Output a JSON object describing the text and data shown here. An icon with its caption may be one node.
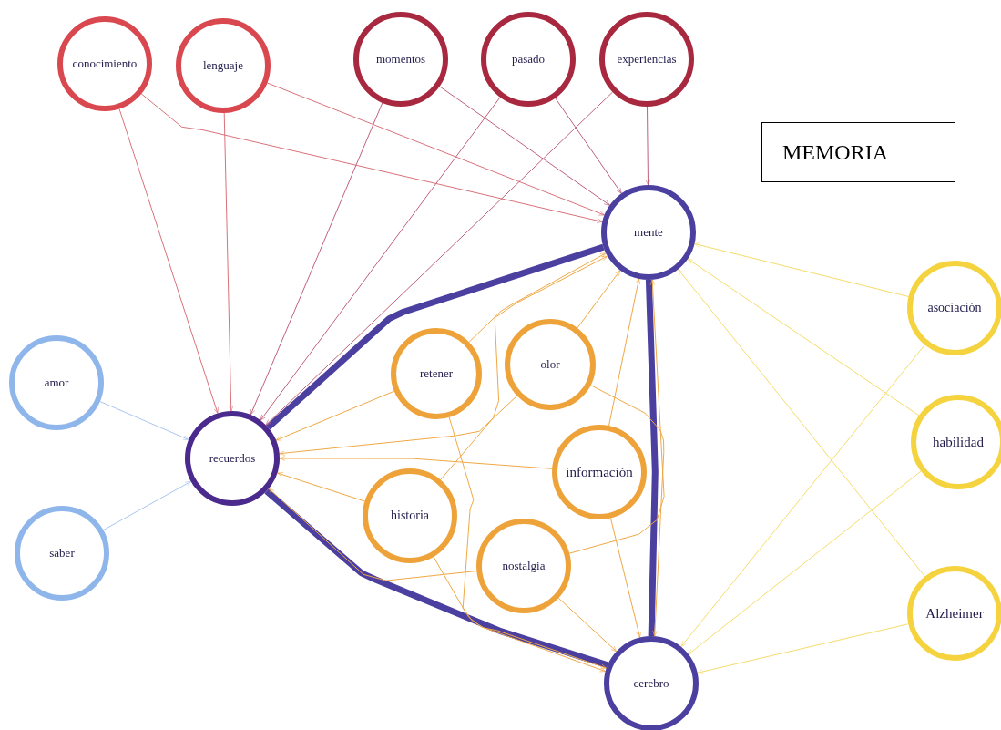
{
  "diagram": {
    "title": "MEMORIA",
    "nodes": [
      {
        "text": [
          "conocimiento"
        ]
      },
      {
        "text": [
          "lenguaje"
        ]
      },
      {
        "text": [
          "momentos"
        ]
      },
      {
        "text": [
          "pasado"
        ]
      },
      {
        "text": [
          "experiencias"
        ]
      },
      {
        "text": [
          "mente"
        ]
      },
      {
        "text": [
          "amor"
        ]
      },
      {
        "text": [
          "retener"
        ]
      },
      {
        "text": [
          "olor"
        ]
      },
      {
        "text": [
          "recuerdos"
        ]
      },
      {
        "text": [
          "información"
        ]
      },
      {
        "text": [
          "historia"
        ]
      },
      {
        "text": [
          "saber"
        ]
      },
      {
        "text": [
          "nostalgia"
        ]
      },
      {
        "text": [
          "cerebro"
        ]
      },
      {
        "text": [
          "asociación"
        ]
      },
      {
        "text": [
          "habilidad"
        ]
      },
      {
        "text": [
          "Alzheimer"
        ]
      }
    ],
    "edges": [
      {
        "from": 0,
        "to": 9,
        "arrow": "to",
        "color": "#d9727a"
      },
      {
        "from": 0,
        "to": 5,
        "arrow": "to",
        "color": "#d9727a"
      },
      {
        "from": 1,
        "to": 9,
        "arrow": "to",
        "color": "#d9727a"
      },
      {
        "from": 1,
        "to": 5,
        "arrow": "to",
        "color": "#d9727a"
      },
      {
        "from": 2,
        "to": 9,
        "arrow": "to",
        "color": "#c0607a"
      },
      {
        "from": 2,
        "to": 5,
        "arrow": "to",
        "color": "#c0607a"
      },
      {
        "from": 3,
        "to": 9,
        "arrow": "to",
        "color": "#c0607a"
      },
      {
        "from": 3,
        "to": 5,
        "arrow": "to",
        "color": "#c0607a"
      },
      {
        "from": 4,
        "to": 9,
        "arrow": "to",
        "color": "#c0607a"
      },
      {
        "from": 4,
        "to": 5,
        "arrow": "to",
        "color": "#c0607a"
      },
      {
        "from": 6,
        "to": 9,
        "arrow": "to",
        "color": "#a9c6ef"
      },
      {
        "from": 12,
        "to": 9,
        "arrow": "to",
        "color": "#a9c6ef"
      },
      {
        "from": 9,
        "to": 5,
        "arrow": "none",
        "style": "thick",
        "color": "#4b3fa0"
      },
      {
        "from": 9,
        "to": 14,
        "arrow": "none",
        "style": "thick",
        "color": "#4b3fa0"
      },
      {
        "from": 5,
        "to": 14,
        "arrow": "none",
        "style": "thick",
        "color": "#4b3fa0"
      },
      {
        "from": 7,
        "to": 9,
        "arrow": "to"
      },
      {
        "from": 7,
        "to": 5,
        "arrow": "to"
      },
      {
        "from": 7,
        "to": 14,
        "arrow": "to"
      },
      {
        "from": 8,
        "to": 9,
        "arrow": "to"
      },
      {
        "from": 8,
        "to": 5,
        "arrow": "to"
      },
      {
        "from": 8,
        "to": 14,
        "arrow": "to"
      },
      {
        "from": 10,
        "to": 9,
        "arrow": "to"
      },
      {
        "from": 10,
        "to": 5,
        "arrow": "to"
      },
      {
        "from": 10,
        "to": 14,
        "arrow": "to"
      },
      {
        "from": 11,
        "to": 9,
        "arrow": "to"
      },
      {
        "from": 11,
        "to": 5,
        "arrow": "to"
      },
      {
        "from": 11,
        "to": 14,
        "arrow": "to"
      },
      {
        "from": 13,
        "to": 9,
        "arrow": "to"
      },
      {
        "from": 13,
        "to": 5,
        "arrow": "to"
      },
      {
        "from": 13,
        "to": 14,
        "arrow": "to"
      },
      {
        "from": 15,
        "to": 5,
        "arrow": "to",
        "color": "#f5dc6a"
      },
      {
        "from": 15,
        "to": 14,
        "arrow": "to",
        "color": "#f5dc6a"
      },
      {
        "from": 16,
        "to": 5,
        "arrow": "to",
        "color": "#f5dc6a"
      },
      {
        "from": 16,
        "to": 14,
        "arrow": "to",
        "color": "#f5dc6a"
      },
      {
        "from": 17,
        "to": 5,
        "arrow": "to",
        "color": "#f5dc6a"
      },
      {
        "from": 17,
        "to": 14,
        "arrow": "to",
        "color": "#f5dc6a"
      }
    ]
  }
}
